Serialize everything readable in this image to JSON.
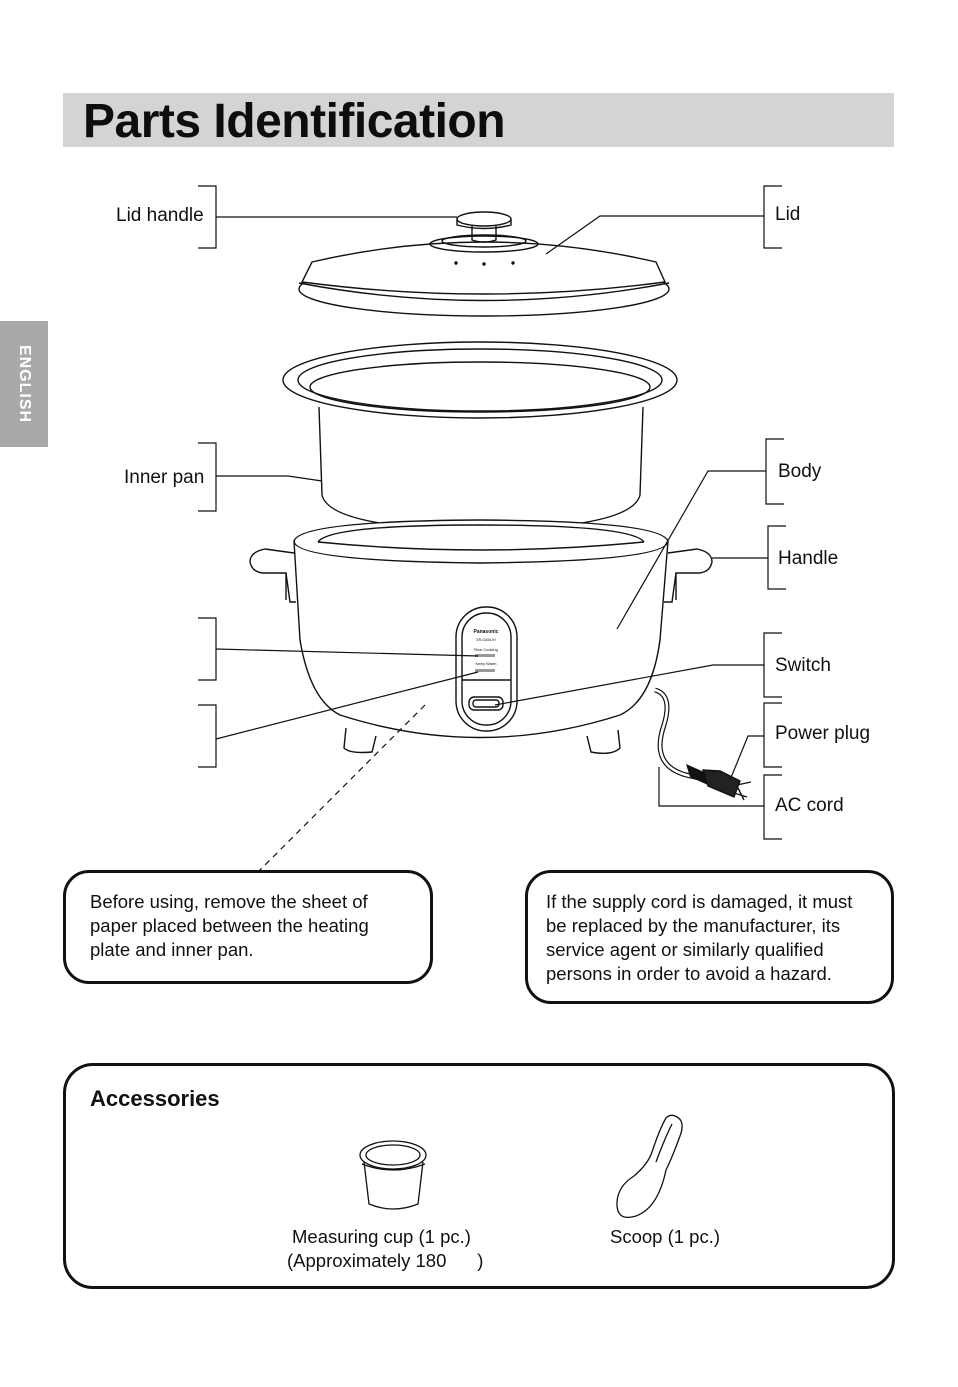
{
  "header": {
    "title": "Parts Identification"
  },
  "side_tab": {
    "label": "ENGLISH"
  },
  "brand": "Panasonic",
  "panel": {
    "model": "SR-GA541H",
    "rice_cooking": "Rice Cooking",
    "keep_warm": "Keep Warm"
  },
  "labels": {
    "lid_handle": "Lid handle",
    "lid": "Lid",
    "inner_pan": "Inner pan",
    "body": "Body",
    "handle": "Handle",
    "switch": "Switch",
    "power_plug": "Power plug",
    "ac_cord": "AC cord"
  },
  "notes": {
    "paper_sheet": [
      "Before using, remove the sheet of",
      "paper placed between the heating",
      "plate and inner pan."
    ],
    "supply_cord": [
      "If the supply cord is damaged, it must",
      "be replaced by the manufacturer, its",
      "service agent or similarly qualified",
      "persons in order to avoid a hazard."
    ]
  },
  "accessories": {
    "title": "Accessories",
    "items": [
      {
        "line1": "Measuring cup (1 pc.)",
        "line2": "(Approximately 180      )"
      },
      {
        "line1": "Scoop (1 pc.)"
      }
    ]
  }
}
